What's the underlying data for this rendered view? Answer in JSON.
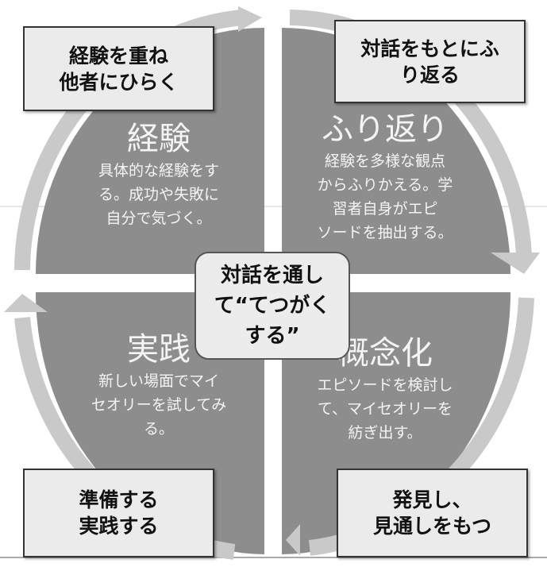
{
  "colors": {
    "wedge": "#8d8d8d",
    "arrow": "#c9c9c9",
    "box": "#ebebeb"
  },
  "center": {
    "text": "対話を通し\nて“てつがく\nする”"
  },
  "quadrants": [
    {
      "id": "experience",
      "title": "経験",
      "desc": "具体的な経験をす\nる。成功や失敗に\n自分で気づく。",
      "box": "経験を重ね\n他者にひらく"
    },
    {
      "id": "reflection",
      "title": "ふり返り",
      "desc": "経験を多様な観点\nからふりかえる。学\n習者自身がエピ\nソードを抽出する。",
      "box": "対話をもとにふ\nり返る"
    },
    {
      "id": "conceptualization",
      "title": "概念化",
      "desc": "エピソードを検討し\nて、マイセオリーを\n紡ぎ出す。",
      "box": "発見し、\n見通しをもつ"
    },
    {
      "id": "practice",
      "title": "実践",
      "desc": "新しい場面でマイ\nセオリーを試してみ\nる。",
      "box": "準備する\n実践する"
    }
  ]
}
